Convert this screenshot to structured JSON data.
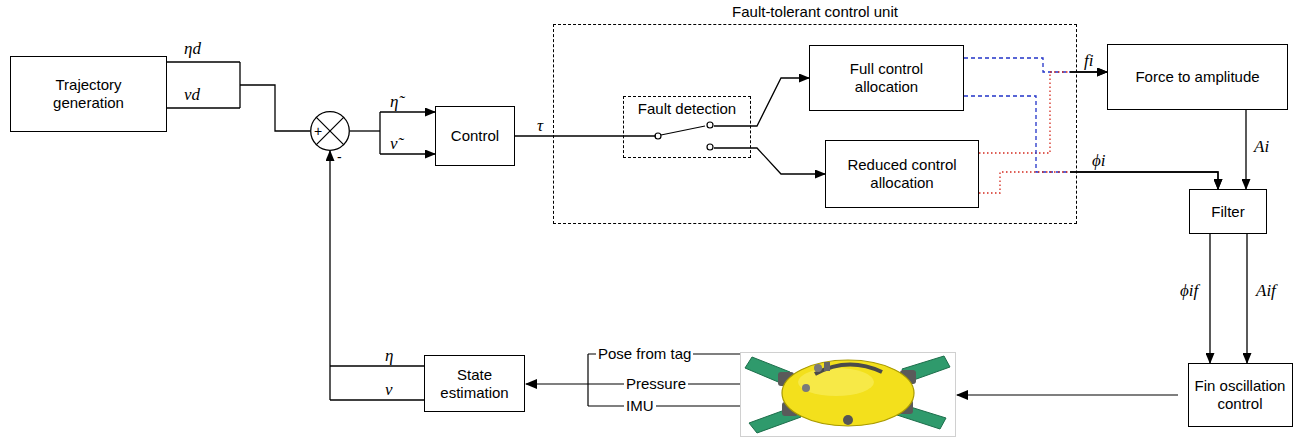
{
  "diagram": {
    "nodes": [
      {
        "text": [
          "Trajectory generation"
        ]
      },
      {
        "text": [
          "+",
          "-"
        ]
      },
      {
        "text": [
          "Control"
        ]
      },
      {
        "text": [
          "Fault-tolerant control unit"
        ]
      },
      {
        "text": [
          "Fault detection"
        ],
        "in": 3
      },
      {
        "text": [
          "Full control allocation"
        ],
        "in": 3
      },
      {
        "text": [
          "Reduced control allocation"
        ],
        "in": 3
      },
      {
        "text": [
          "Force to amplitude"
        ]
      },
      {
        "text": [
          "Filter"
        ]
      },
      {
        "text": [
          "Fin oscillation control"
        ]
      },
      {
        "text": [
          "State estimation"
        ]
      }
    ],
    "edges": [
      {
        "from": 0,
        "to": 1,
        "arrow": "none"
      },
      {
        "from": 1,
        "to": 2,
        "arrow": "to"
      },
      {
        "from": 2,
        "to": 4,
        "label": "τ",
        "arrow": "none"
      },
      {
        "from": 4,
        "to": 5,
        "arrow": "to"
      },
      {
        "from": 4,
        "to": 6,
        "arrow": "to"
      },
      {
        "from": 5,
        "to": 7,
        "arrow": "to"
      },
      {
        "from": 6,
        "to": 7,
        "arrow": "to"
      },
      {
        "from": 5,
        "to": 8,
        "arrow": "to"
      },
      {
        "from": 6,
        "to": 8,
        "arrow": "to"
      },
      {
        "from": 7,
        "to": 8,
        "label": "Ai",
        "arrow": "to"
      },
      {
        "from": 8,
        "to": 9,
        "label": "ϕif",
        "arrow": "to"
      },
      {
        "from": 8,
        "to": 9,
        "label": "Aif",
        "arrow": "to"
      },
      {
        "from": 10,
        "to": 1,
        "arrow": "to"
      }
    ],
    "labels": [
      "ηd",
      "νd",
      "η̃",
      "ν̃",
      "fi",
      "ϕi",
      "η",
      "ν",
      "Pose from tag",
      "Pressure",
      "IMU"
    ]
  }
}
